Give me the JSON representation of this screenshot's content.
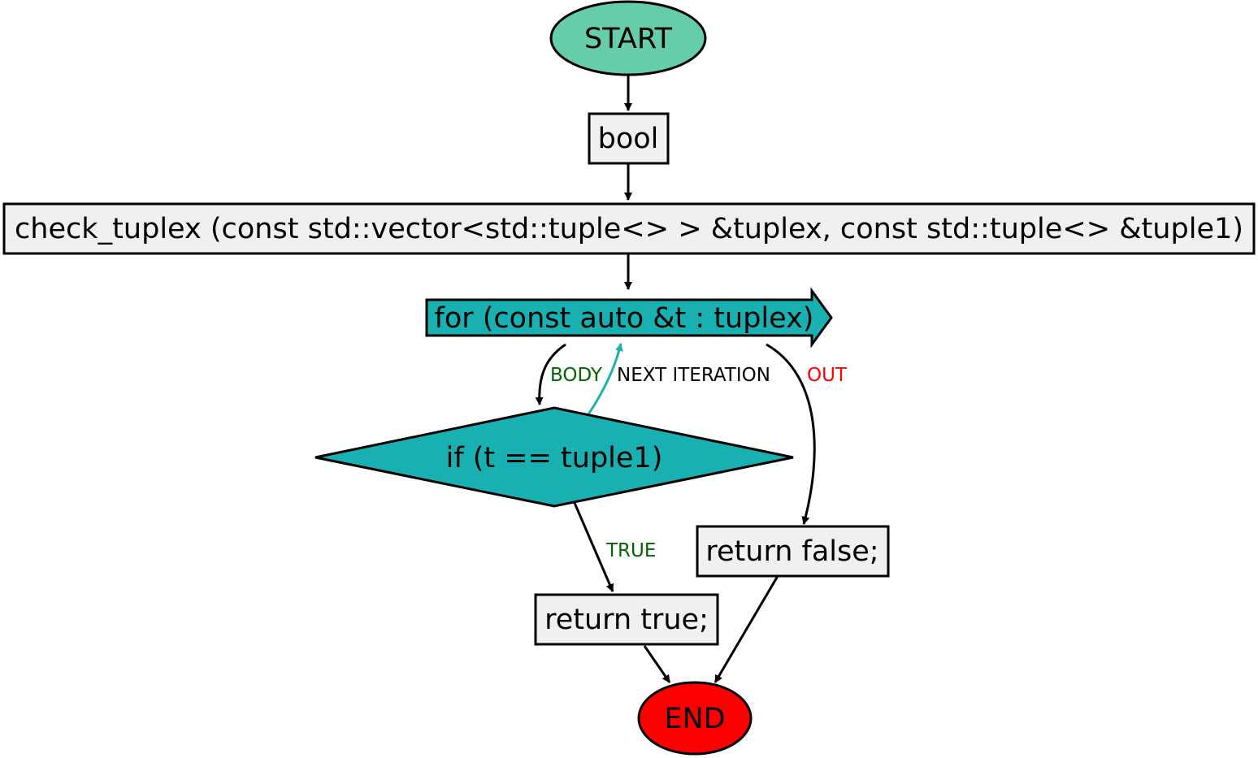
{
  "nodes": {
    "start": {
      "label": "START",
      "fill": "#66cdaa"
    },
    "decl": {
      "label": "bool",
      "fill": "#f0f0f0"
    },
    "func": {
      "label": "check_tuplex (const std::vector<std::tuple<> > &tuplex, const std::tuple<> &tuple1)",
      "fill": "#f0f0f0"
    },
    "loop": {
      "label": "for (const auto &t : tuplex)",
      "fill": "#18b0b0"
    },
    "cond": {
      "label": "if (t == tuple1)",
      "fill": "#18b0b0"
    },
    "ret_true": {
      "label": "return true;",
      "fill": "#f0f0f0"
    },
    "ret_false": {
      "label": "return false;",
      "fill": "#f0f0f0"
    },
    "end": {
      "label": "END",
      "fill": "#ff0000"
    }
  },
  "edge_labels": {
    "body": {
      "text": "BODY",
      "color": "#006400"
    },
    "next": {
      "text": "NEXT ITERATION",
      "color": "#000000"
    },
    "out": {
      "text": "OUT",
      "color": "#ff0000"
    },
    "true": {
      "text": "TRUE",
      "color": "#006400"
    }
  },
  "colors": {
    "edge": "#000000",
    "next_edge": "#20b2aa"
  }
}
